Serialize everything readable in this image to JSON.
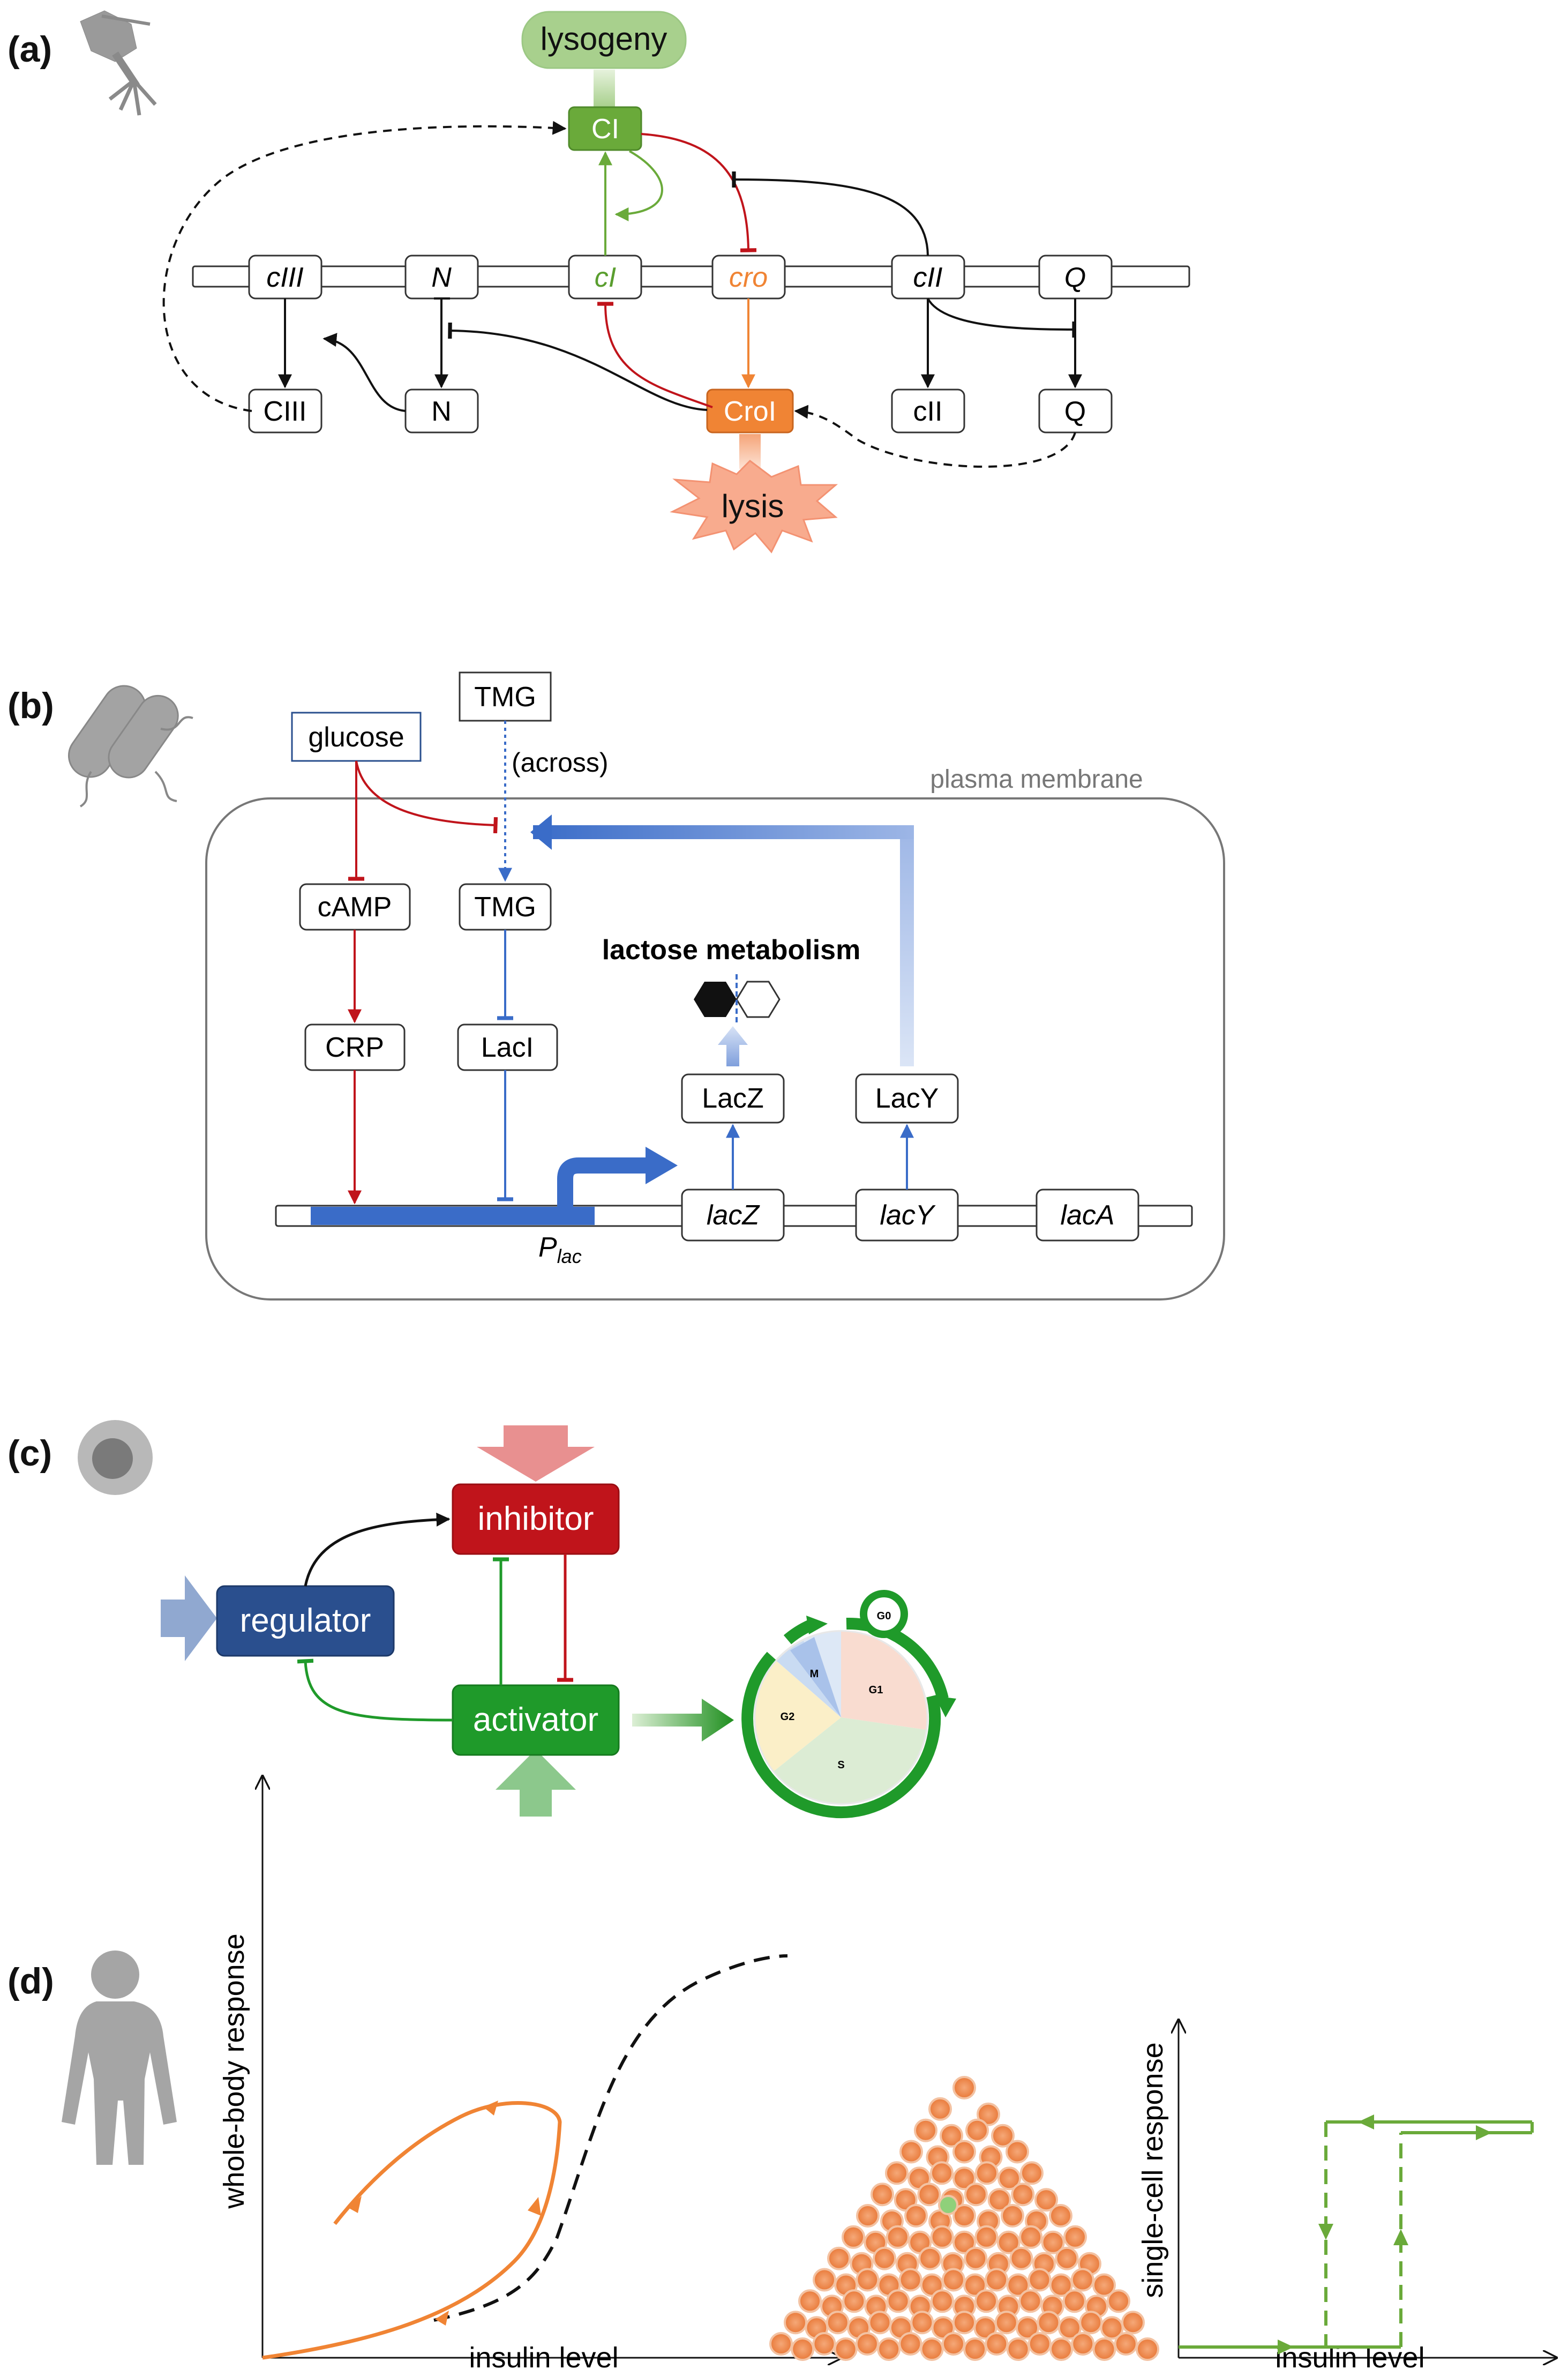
{
  "panel_a": {
    "label": "(a)",
    "outcomes": {
      "lysogeny": "lysogeny",
      "lysis": "lysis"
    },
    "genes": [
      "cIII",
      "N",
      "cI",
      "cro",
      "cII",
      "Q"
    ],
    "proteins": {
      "CI": "CI",
      "CIII": "CIII",
      "N": "N",
      "Cro": "CroI",
      "cII": "cII",
      "Q": "Q"
    }
  },
  "panel_b": {
    "label": "(b)",
    "glucose": "glucose",
    "tmg_out": "TMG",
    "across": "(across)",
    "membrane": "plasma membrane",
    "camp": "cAMP",
    "tmg_in": "TMG",
    "crp": "CRP",
    "laci": "LacI",
    "lactose": "lactose metabolism",
    "lacz_prot": "LacZ",
    "lacy_prot": "LacY",
    "promoter_main": "P",
    "promoter_sub": "lac",
    "genes": [
      "lacZ",
      "lacY",
      "lacA"
    ]
  },
  "panel_c": {
    "label": "(c)",
    "inhibitor": "inhibitor",
    "regulator": "regulator",
    "activator": "activator",
    "phases": [
      "G0",
      "M",
      "G1",
      "G2",
      "S"
    ]
  },
  "panel_d": {
    "label": "(d)",
    "y1": "whole-body response",
    "x1": "insulin level",
    "y2": "single-cell response",
    "x2": "insulin level"
  },
  "colors": {
    "green": "#5a9e2f",
    "dark_green": "#1f8f1f",
    "orange": "#f08434",
    "red": "#c0141b",
    "blue": "#3a6cc8",
    "navy": "#2a4f8e"
  }
}
